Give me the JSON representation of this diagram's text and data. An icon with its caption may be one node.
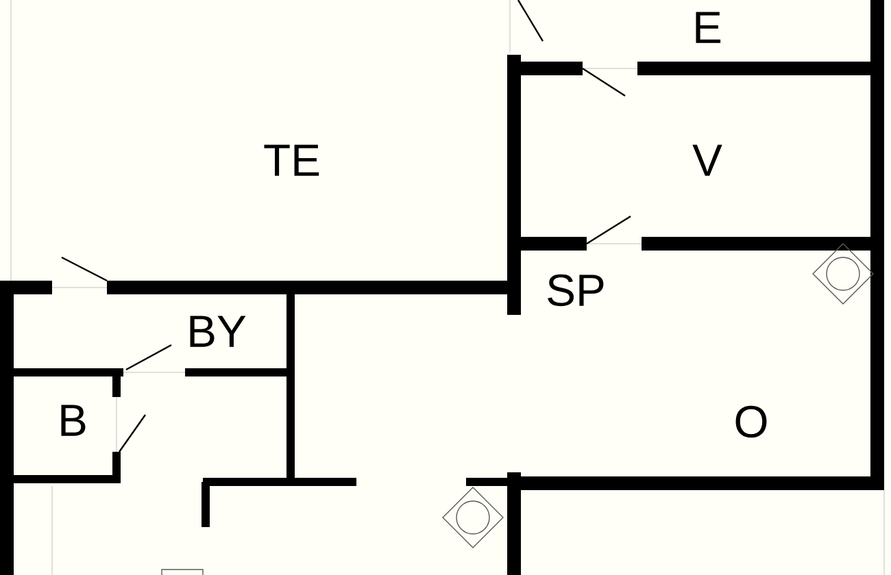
{
  "diagram": {
    "labels": [
      "E",
      "TE",
      "V",
      "SP",
      "BY",
      "B",
      "O"
    ]
  }
}
